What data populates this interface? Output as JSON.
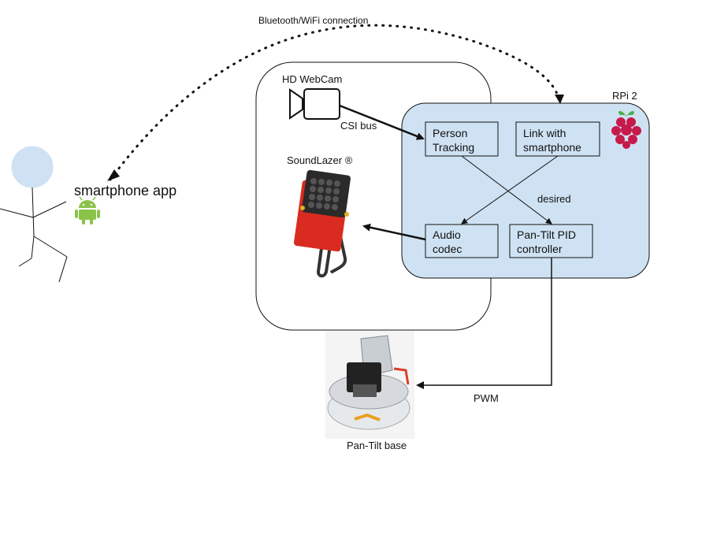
{
  "labels": {
    "connection": "Bluetooth/WiFi connection",
    "webcam": "HD WebCam",
    "csi_bus": "CSI bus",
    "rpi": "RPi 2",
    "soundlazer": "SoundLazer ®",
    "app": "smartphone app",
    "desired": "desired",
    "pwm": "PWM",
    "pantilt_base": "Pan-Tilt base"
  },
  "boxes": {
    "person_tracking": "Person Tracking",
    "link_smartphone": "Link with smartphone",
    "audio_codec": "Audio codec",
    "pid_controller": "Pan-Tilt PID controller"
  },
  "colors": {
    "rpi_fill": "#cfe2f3",
    "head_fill": "#cfe2f3",
    "android_green": "#8bc34a",
    "soundlazer_red": "#d92b1f",
    "raspberry_red": "#c51a4a"
  },
  "icons": [
    "webcam-icon",
    "raspberry-pi-icon",
    "android-icon",
    "soundlazer-image",
    "pan-tilt-image",
    "stick-figure"
  ]
}
